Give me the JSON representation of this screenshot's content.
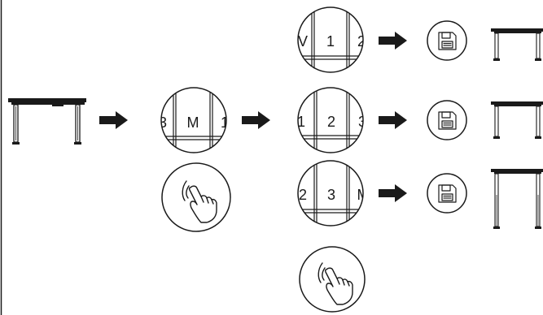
{
  "colors": {
    "ink": "#1a1a1a",
    "background": "#ffffff"
  },
  "main_desk": {
    "icon": "standing-desk-icon"
  },
  "mode_dial": {
    "labels": [
      "3",
      "M",
      "1"
    ]
  },
  "tap_gesture": {
    "icon": "tap-hand-icon"
  },
  "rows": [
    {
      "dial_labels": [
        "V",
        "1",
        "2"
      ],
      "save_icon": "floppy-save-icon",
      "desk_height": "low"
    },
    {
      "dial_labels": [
        "1",
        "2",
        "3"
      ],
      "save_icon": "floppy-save-icon",
      "desk_height": "medium"
    },
    {
      "dial_labels": [
        "2",
        "3",
        "M"
      ],
      "save_icon": "floppy-save-icon",
      "desk_height": "high"
    }
  ],
  "bottom_gesture": {
    "icon": "tap-hand-icon"
  }
}
